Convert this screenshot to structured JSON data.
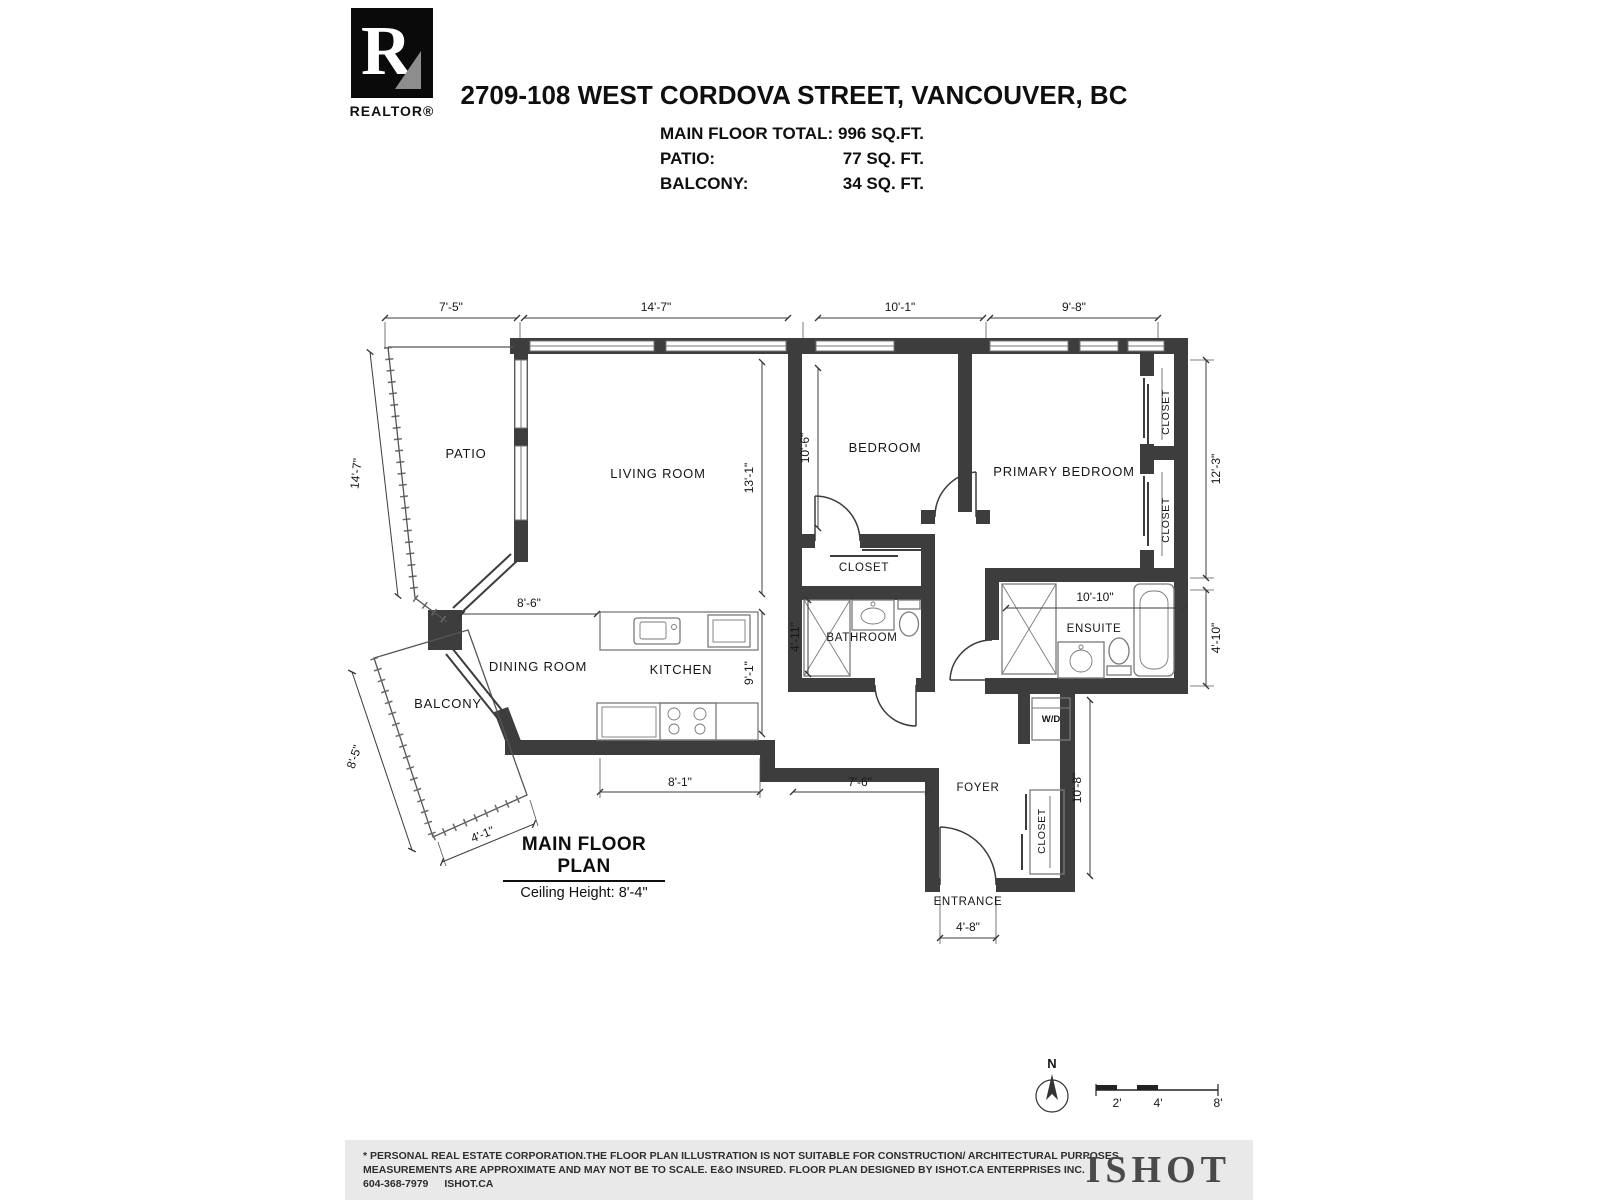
{
  "header": {
    "realtor_logo_text": "R",
    "realtor_label": "REALTOR®",
    "title": "2709-108 WEST CORDOVA STREET, VANCOUVER, BC",
    "stats": [
      {
        "label": "MAIN FLOOR TOTAL:",
        "value": "996 SQ.FT."
      },
      {
        "label": "PATIO:",
        "value": "77 SQ. FT."
      },
      {
        "label": "BALCONY:",
        "value": "34 SQ. FT."
      }
    ]
  },
  "plan": {
    "rooms": {
      "patio": "PATIO",
      "living_room": "LIVING ROOM",
      "bedroom": "BEDROOM",
      "primary_bedroom": "PRIMARY BEDROOM",
      "closet_top_right": "CLOSET",
      "closet_mid_right": "CLOSET",
      "closet_bedroom": "CLOSET",
      "bathroom": "BATHROOM",
      "ensuite": "ENSUITE",
      "dining_room": "DINING ROOM",
      "kitchen": "KITCHEN",
      "balcony": "BALCONY",
      "foyer": "FOYER",
      "closet_foyer": "CLOSET",
      "washer_dryer": "W/D",
      "entrance": "ENTRANCE"
    },
    "dims": {
      "patio_top": "7'-5\"",
      "living_top": "14'-7\"",
      "bedroom_top": "10'-1\"",
      "primary_top": "9'-8\"",
      "patio_left": "14'-7\"",
      "living_height": "13'-1\"",
      "bedroom_height": "10'-6\"",
      "primary_right": "12'-3\"",
      "dining_width": "8'-6\"",
      "bathroom_height": "4'-11\"",
      "kitchen_height": "9'-1\"",
      "ensuite_width": "10'-10\"",
      "ensuite_right": "4'-10\"",
      "balcony_left": "8'-5\"",
      "balcony_bottom": "4'-1\"",
      "kitchen_bottom": "8'-1\"",
      "hall_bottom": "7'-6\"",
      "foyer_height": "10'-8\"",
      "entrance_width": "4'-8\""
    },
    "caption_title": "MAIN FLOOR PLAN",
    "caption_subtitle": "Ceiling Height: 8'-4\""
  },
  "compass": {
    "north_label": "N"
  },
  "scale_bar": {
    "labels": [
      "2'",
      "4'",
      "8'"
    ]
  },
  "footer": {
    "line1": "* PERSONAL REAL ESTATE CORPORATION.THE FLOOR PLAN ILLUSTRATION IS NOT SUITABLE FOR CONSTRUCTION/ ARCHITECTURAL PURPOSES.",
    "line2": "MEASUREMENTS ARE APPROXIMATE AND MAY NOT BE TO SCALE. E&O INSURED. FLOOR PLAN DESIGNED BY ISHOT.CA ENTERPRISES INC.",
    "phone": "604-368-7979",
    "site": "ISHOT.CA",
    "brand": "ISHOT"
  },
  "colors": {
    "wall": "#3d3d3d",
    "footer_bg": "#e9e9e9"
  }
}
